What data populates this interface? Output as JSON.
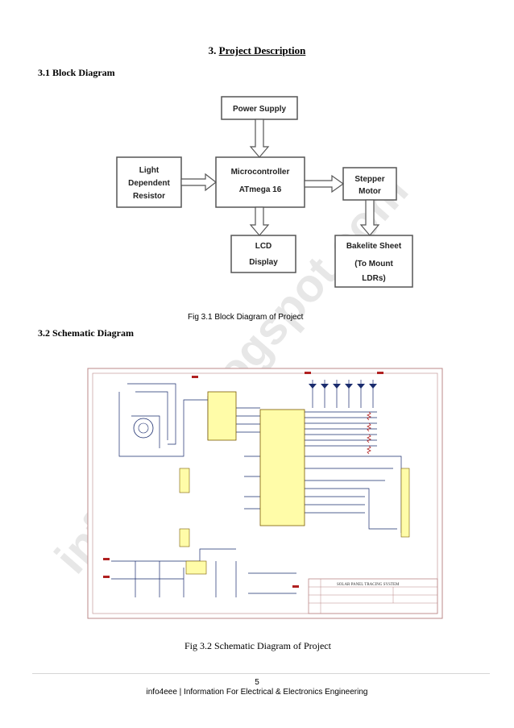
{
  "page": {
    "title_number": "3.",
    "title_text": "Project Description",
    "block_heading": "3.1 Block Diagram",
    "schematic_heading": "3.2 Schematic Diagram",
    "fig1_caption": "Fig 3.1 Block Diagram of Project",
    "fig2_caption": "Fig 3.2 Schematic Diagram of Project",
    "page_number": "5",
    "footer_text": "info4eee | Information For Electrical & Electronics Engineering",
    "watermark_text": "info4eee.blogspot.com"
  },
  "block_diagram": {
    "power_supply": "Power Supply",
    "ldr_line1": "Light",
    "ldr_line2": "Dependent",
    "ldr_line3": "Resistor",
    "mcu_line1": "Microcontroller",
    "mcu_line2": "ATmega 16",
    "stepper_line1": "Stepper",
    "stepper_line2": "Motor",
    "lcd_line1": "LCD",
    "lcd_line2": "Display",
    "bakelite_line1": "Bakelite Sheet",
    "bakelite_line2": "(To Mount",
    "bakelite_line3": "LDRs)"
  },
  "schematic": {
    "title_block_name": "SOLAR PANEL TRACING SYSTEM"
  },
  "colors": {
    "box_border": "#444444",
    "arrow_fill": "#ffffff",
    "schematic_component": "#fffca8",
    "schematic_wire": "#1a2c6e",
    "schematic_red": "#b02020",
    "watermark": "#cfcfcf"
  }
}
